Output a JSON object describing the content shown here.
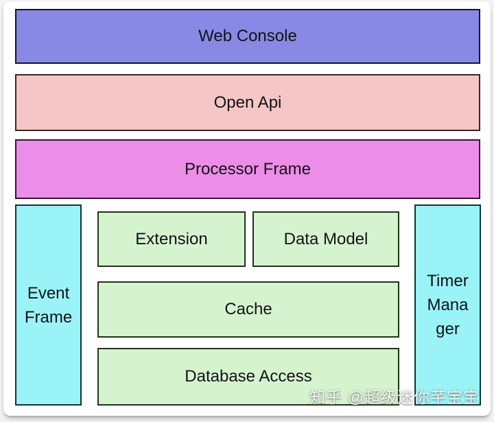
{
  "diagram": {
    "layers": [
      {
        "name": "web-console",
        "label": "Web Console",
        "fill": "#8789e4"
      },
      {
        "name": "open-api",
        "label": "Open Api",
        "fill": "#f4c6c6"
      },
      {
        "name": "processor-frame",
        "label": "Processor Frame",
        "fill": "#ec8de8"
      }
    ],
    "runtime": {
      "event_frame": {
        "label": "Event Frame",
        "lines": [
          "Event",
          "Frame"
        ],
        "fill": "#9af3f7"
      },
      "timer_manager": {
        "label": "Timer Manager",
        "lines": [
          "Timer",
          "Mana",
          "ger"
        ],
        "fill": "#9af3f7"
      },
      "modules": [
        {
          "name": "extension",
          "label": "Extension",
          "fill": "#d6f3cf"
        },
        {
          "name": "data-model",
          "label": "Data Model",
          "fill": "#d6f3cf"
        },
        {
          "name": "cache",
          "label": "Cache",
          "fill": "#d6f3cf"
        },
        {
          "name": "database-access",
          "label": "Database Access",
          "fill": "#d6f3cf"
        }
      ]
    },
    "border_color": "#17171f",
    "text_color": "#121216"
  },
  "watermark": {
    "text": "知乎 @超级迷你芊宝宝"
  }
}
